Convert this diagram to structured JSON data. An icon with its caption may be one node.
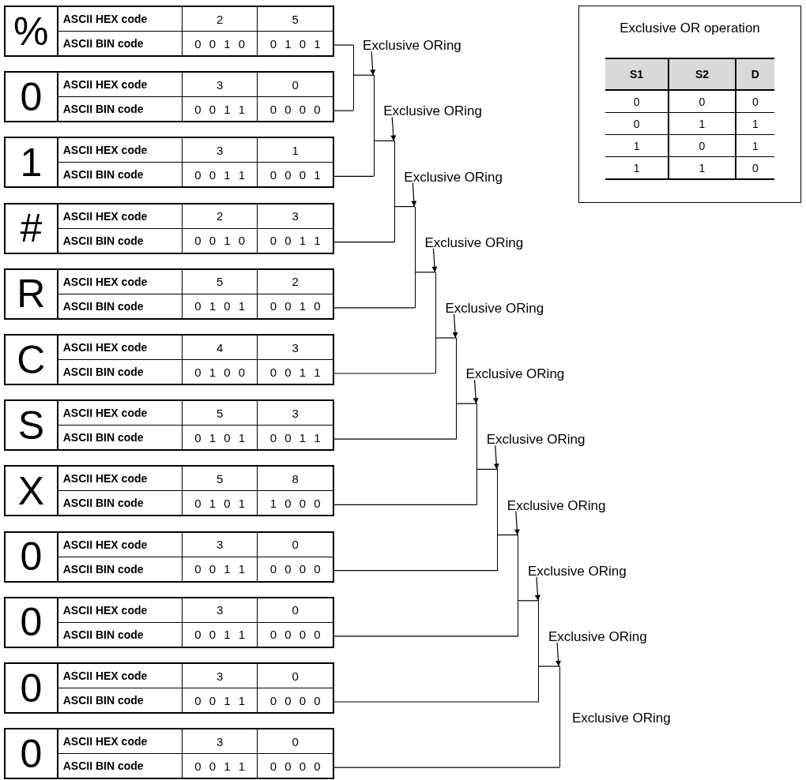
{
  "diagram": {
    "nodes": [
      {
        "text": [
          "%",
          "ASCII HEX code",
          "2",
          "5",
          "ASCII BIN code",
          "0 0 1 0",
          "0 1 0 1"
        ]
      },
      {
        "text": [
          "0",
          "ASCII HEX code",
          "3",
          "0",
          "ASCII BIN code",
          "0 0 1 1",
          "0 0 0 0"
        ]
      },
      {
        "text": [
          "1",
          "ASCII HEX code",
          "3",
          "1",
          "ASCII BIN code",
          "0 0 1 1",
          "0 0 0 1"
        ]
      },
      {
        "text": [
          "#",
          "ASCII HEX code",
          "2",
          "3",
          "ASCII BIN code",
          "0 0 1 0",
          "0 0 1 1"
        ]
      },
      {
        "text": [
          "R",
          "ASCII HEX code",
          "5",
          "2",
          "ASCII BIN code",
          "0 1 0 1",
          "0 0 1 0"
        ]
      },
      {
        "text": [
          "C",
          "ASCII HEX code",
          "4",
          "3",
          "ASCII BIN code",
          "0 1 0 0",
          "0 0 1 1"
        ]
      },
      {
        "text": [
          "S",
          "ASCII HEX code",
          "5",
          "3",
          "ASCII BIN code",
          "0 1 0 1",
          "0 0 1 1"
        ]
      },
      {
        "text": [
          "X",
          "ASCII HEX code",
          "5",
          "8",
          "ASCII BIN code",
          "0 1 0 1",
          "1 0 0 0"
        ]
      },
      {
        "text": [
          "0",
          "ASCII HEX code",
          "3",
          "0",
          "ASCII BIN code",
          "0 0 1 1",
          "0 0 0 0"
        ]
      },
      {
        "text": [
          "0",
          "ASCII HEX code",
          "3",
          "0",
          "ASCII BIN code",
          "0 0 1 1",
          "0 0 0 0"
        ]
      },
      {
        "text": [
          "0",
          "ASCII HEX code",
          "3",
          "0",
          "ASCII BIN code",
          "0 0 1 1",
          "0 0 0 0"
        ]
      },
      {
        "text": [
          "0",
          "ASCII HEX code",
          "3",
          "0",
          "ASCII BIN code",
          "0 0 1 1",
          "0 0 0 0"
        ]
      },
      {
        "text": [
          "Exclusive OR operation",
          "S1",
          "S2",
          "D",
          "0",
          "0",
          "0",
          "0",
          "1",
          "1",
          "1",
          "0",
          "1",
          "1",
          "1",
          "0"
        ]
      },
      {
        "text": [],
        "shape": "bar"
      },
      {
        "text": [],
        "shape": "bar"
      },
      {
        "text": [],
        "shape": "bar"
      },
      {
        "text": [],
        "shape": "bar"
      },
      {
        "text": [],
        "shape": "bar"
      },
      {
        "text": [],
        "shape": "bar"
      },
      {
        "text": [],
        "shape": "bar"
      },
      {
        "text": [],
        "shape": "bar"
      },
      {
        "text": [],
        "shape": "bar"
      },
      {
        "text": [],
        "shape": "bar"
      },
      {
        "text": [],
        "shape": "bar"
      },
      {
        "text": [
          "Exclusive ORing"
        ]
      },
      {
        "text": [
          "Exclusive ORing"
        ]
      },
      {
        "text": [
          "Exclusive ORing"
        ]
      },
      {
        "text": [
          "Exclusive ORing"
        ]
      },
      {
        "text": [
          "Exclusive ORing"
        ]
      },
      {
        "text": [
          "Exclusive ORing"
        ]
      },
      {
        "text": [
          "Exclusive ORing"
        ]
      },
      {
        "text": [
          "Exclusive ORing"
        ]
      },
      {
        "text": [
          "Exclusive ORing"
        ]
      },
      {
        "text": [
          "Exclusive ORing"
        ]
      }
    ],
    "edges": [
      {
        "from": 0,
        "to": 13,
        "arrow": "none"
      },
      {
        "from": 1,
        "to": 13,
        "arrow": "none"
      },
      {
        "from": 13,
        "to": 14,
        "arrow": "none"
      },
      {
        "from": 2,
        "to": 14,
        "arrow": "none"
      },
      {
        "from": 14,
        "to": 15,
        "arrow": "none"
      },
      {
        "from": 3,
        "to": 15,
        "arrow": "none"
      },
      {
        "from": 15,
        "to": 16,
        "arrow": "none"
      },
      {
        "from": 4,
        "to": 16,
        "arrow": "none"
      },
      {
        "from": 16,
        "to": 17,
        "arrow": "none"
      },
      {
        "from": 5,
        "to": 17,
        "arrow": "none"
      },
      {
        "from": 17,
        "to": 18,
        "arrow": "none"
      },
      {
        "from": 6,
        "to": 18,
        "arrow": "none"
      },
      {
        "from": 18,
        "to": 19,
        "arrow": "none"
      },
      {
        "from": 7,
        "to": 19,
        "arrow": "none"
      },
      {
        "from": 19,
        "to": 20,
        "arrow": "none"
      },
      {
        "from": 8,
        "to": 20,
        "arrow": "none"
      },
      {
        "from": 20,
        "to": 21,
        "arrow": "none"
      },
      {
        "from": 9,
        "to": 21,
        "arrow": "none"
      },
      {
        "from": 21,
        "to": 22,
        "arrow": "none"
      },
      {
        "from": 10,
        "to": 22,
        "arrow": "none"
      },
      {
        "from": 22,
        "to": 23,
        "arrow": "none"
      },
      {
        "from": 11,
        "to": 23,
        "arrow": "none"
      },
      {
        "from": 24,
        "to": 14,
        "arrow": "to"
      },
      {
        "from": 25,
        "to": 15,
        "arrow": "to"
      },
      {
        "from": 26,
        "to": 16,
        "arrow": "to"
      },
      {
        "from": 27,
        "to": 17,
        "arrow": "to"
      },
      {
        "from": 28,
        "to": 18,
        "arrow": "to"
      },
      {
        "from": 29,
        "to": 19,
        "arrow": "to"
      },
      {
        "from": 30,
        "to": 20,
        "arrow": "to"
      },
      {
        "from": 31,
        "to": 21,
        "arrow": "to"
      },
      {
        "from": 32,
        "to": 22,
        "arrow": "to"
      },
      {
        "from": 33,
        "to": 23,
        "arrow": "to"
      }
    ],
    "labels": [
      "Exclusive ORing"
    ]
  }
}
